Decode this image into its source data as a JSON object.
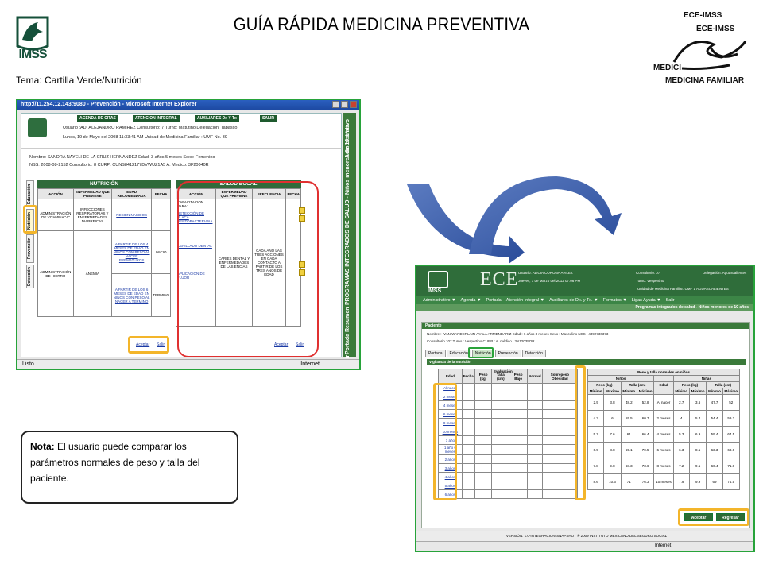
{
  "slide": {
    "title": "GUÍA RÁPIDA MEDICINA PREVENTIVA",
    "logo_text": "IMSS",
    "tema": "Tema:  Cartilla Verde/Nutrición",
    "corner_labels": [
      "ECE-IMSS",
      "ECE-IMSS",
      "MEDICI",
      "MEDICINA FAMILIAR"
    ],
    "note_label": "Nota:",
    "note_text": " El usuario puede comparar los parámetros normales de peso y talla del paciente."
  },
  "shot1": {
    "window_title": "http://11.254.12.143:9080 - Prevención - Microsoft Internet Explorer",
    "nav": [
      "AGENDA DE CITAS",
      "ATENCION INTEGRAL",
      "AUXILIARES Dx Y Tx",
      "SALIR"
    ],
    "header_lines": [
      "Usuario :ADI ALEJANDRO RAMIREZ     Consultorio: 7     Turno: Matutino     Delegación: Tabasco",
      "Lunes, 19 de Mayo del 2008     11:33:41 AM     Unidad de Medicina Familiar : UMF No. 39"
    ],
    "patient": [
      "Nombre:  SANDRA NAYELI DE LA CRUZ HERNANDEZ     Edad:  3 años 5 meses     Sexo:  Femenino",
      "NSS:  2008-08-2152     Consultorio: 8     CURP:  CUNS8412177DVWUZ1A5     A. Medico:  3F20040R"
    ],
    "section_nutricion": "NUTRICIÓN",
    "section_bucal": "SALUD BUCAL",
    "nut_headers": [
      "ACCIÓN",
      "ENFERMEDAD QUE PREVIENE",
      "EDAD RECOMENDADA",
      "FECHA"
    ],
    "nut_rows": [
      [
        "ADMINISTRACIÓN DE VITAMINA \"A\"",
        "INFECCIONES RESPIRATORIAS Y ENFERMEDADES DIARREICAS",
        "RECIEN NACIDOS",
        ""
      ],
      [
        "ADMINISTRACIÓN DE HIERRO",
        "ANEMIA",
        "A PARTIR DE LOS 4 MESES DE EDAD EN NIÑOS CON PESO AL NACER PREMATUROS",
        "INICIO"
      ],
      [
        "",
        "",
        "A PARTIR DE LOS 6 MESES DE EDAD EN NIÑOS CON PESO AL NACER A TERMINO",
        "TERMINO"
      ]
    ],
    "bucal_headers": [
      "ACCIÓN",
      "ENFERMEDAD QUE PREVIENE",
      "FRECUENCIA",
      "FECHA"
    ],
    "bucal_actions": [
      "CAPACITACION PARA:",
      "DETECCIÓN DE PLACA DENTOBACTERIANA",
      "CEPILLADO DENTAL",
      "APLICACIÓN DE FLÚOR"
    ],
    "bucal_disease": "CARIES DENTAL Y ENFERMEDADES DE LAS ENCIAS",
    "bucal_freq": "CADA AÑO LAS TRES ACCIONES EN CADA CONTACTO A PARTIR DE LOS TRES AÑOS DE EDAD",
    "side_tabs": [
      "Educación",
      "Nutrición",
      "Prevención",
      "Detección"
    ],
    "aceptar": "Aceptar",
    "salir": "Salir",
    "vstrip_labels": [
      "Administrativo",
      "PROGRAMAS INTEGRADOS DE SALUD - Niños menores de 10 años",
      "Resumen",
      "Portada",
      "Salir"
    ],
    "status": "Listo",
    "internet": "Internet"
  },
  "shot2": {
    "ece": "ECE",
    "logo_text": "IMSS",
    "user_info": [
      "Usuario:  ALICIA CORONA AVILEZ",
      "Jueves, 1 de Marzo del 2012  07:06 PM",
      "Consultorio:  07",
      "Turno:  Vespertino",
      "Unidad de Medicina Familiar:  UMF 1 AGUASCALIENTES",
      "Delegación:  Aguascalientes"
    ],
    "menu": [
      "Administrativo ▼",
      "Agenda ▼",
      "Portada",
      "Atención Integral ▼",
      "Auxiliares de Dx. y Tx. ▼",
      "Formatos ▼",
      "Ligas Ayuda ▼",
      "Salir"
    ],
    "program_bar": "Programas integrados de salud - Niños menores de 10 años",
    "paciente_label": "Paciente",
    "patient_lines": [
      "Nombre :  IVAN WANDERLAIN AYALA ARMENDARIZ     Edad :  6 años 3 meses     Sexo :  Masculino     NSS :  4392730373",
      "Consultorio :  07     Turno :  Vespertino     CURP :     A. médico :  3N12035OR"
    ],
    "tabs": [
      "Portada",
      "Educación",
      "Nutrición",
      "Prevención",
      "Detección"
    ],
    "vigilancia": "Vigilancia de la nutrición",
    "left_headers": [
      "Edad",
      "Fecha",
      "Peso (kg)",
      "Talla (cm)",
      "Peso Bajo",
      "Normal",
      "Sobrepeso Obesidad"
    ],
    "evaluacion": "Evaluación",
    "ages": [
      "Al nacer",
      "2 meses",
      "4 meses",
      "6 meses",
      "8 meses",
      "10 meses",
      "1 año",
      "1 año 6 meses",
      "2 años",
      "3 años",
      "4 años",
      "5 años",
      "6 años"
    ],
    "ref_title": "Peso y talla normales en niños",
    "ninos": "Niños",
    "ninas": "Niñas",
    "ref_sub": [
      "Peso (kg)",
      "Talla (cm)",
      "Edad",
      "Peso (kg)",
      "Talla (cm)"
    ],
    "ref_cols": [
      "Mínimo",
      "Máximo",
      "Mínimo",
      "Máximo",
      "",
      "Mínimo",
      "Máximo",
      "Mínimo",
      "Máximo"
    ],
    "ref_rows": [
      [
        "2.9",
        "3.8",
        "48.2",
        "52.8",
        "Al nacer",
        "2.7",
        "3.6",
        "47.7",
        "52"
      ],
      [
        "4.3",
        "6",
        "55.5",
        "60.7",
        "2 meses",
        "4",
        "5.4",
        "54.4",
        "59.2"
      ],
      [
        "5.7",
        "7.6",
        "61",
        "66.4",
        "4 meses",
        "5.3",
        "6.9",
        "59.4",
        "64.5"
      ],
      [
        "6.9",
        "8.8",
        "65.1",
        "70.5",
        "6 meses",
        "6.3",
        "8.1",
        "63.3",
        "68.6"
      ],
      [
        "7.8",
        "9.8",
        "68.3",
        "73.6",
        "8 meses",
        "7.2",
        "9.1",
        "66.4",
        "71.8"
      ],
      [
        "8.6",
        "10.6",
        "71",
        "76.3",
        "10 meses",
        "7.9",
        "9.9",
        "69",
        "74.5"
      ]
    ],
    "aceptar": "Aceptar",
    "regresar": "Regresar",
    "footer": "VERSIÓN: 1.0-INTEGRACION-SNAPSHOT ® 2009 INSTITUTO MEXICANO DEL SEGURO SOCIAL",
    "internet": "Internet"
  }
}
